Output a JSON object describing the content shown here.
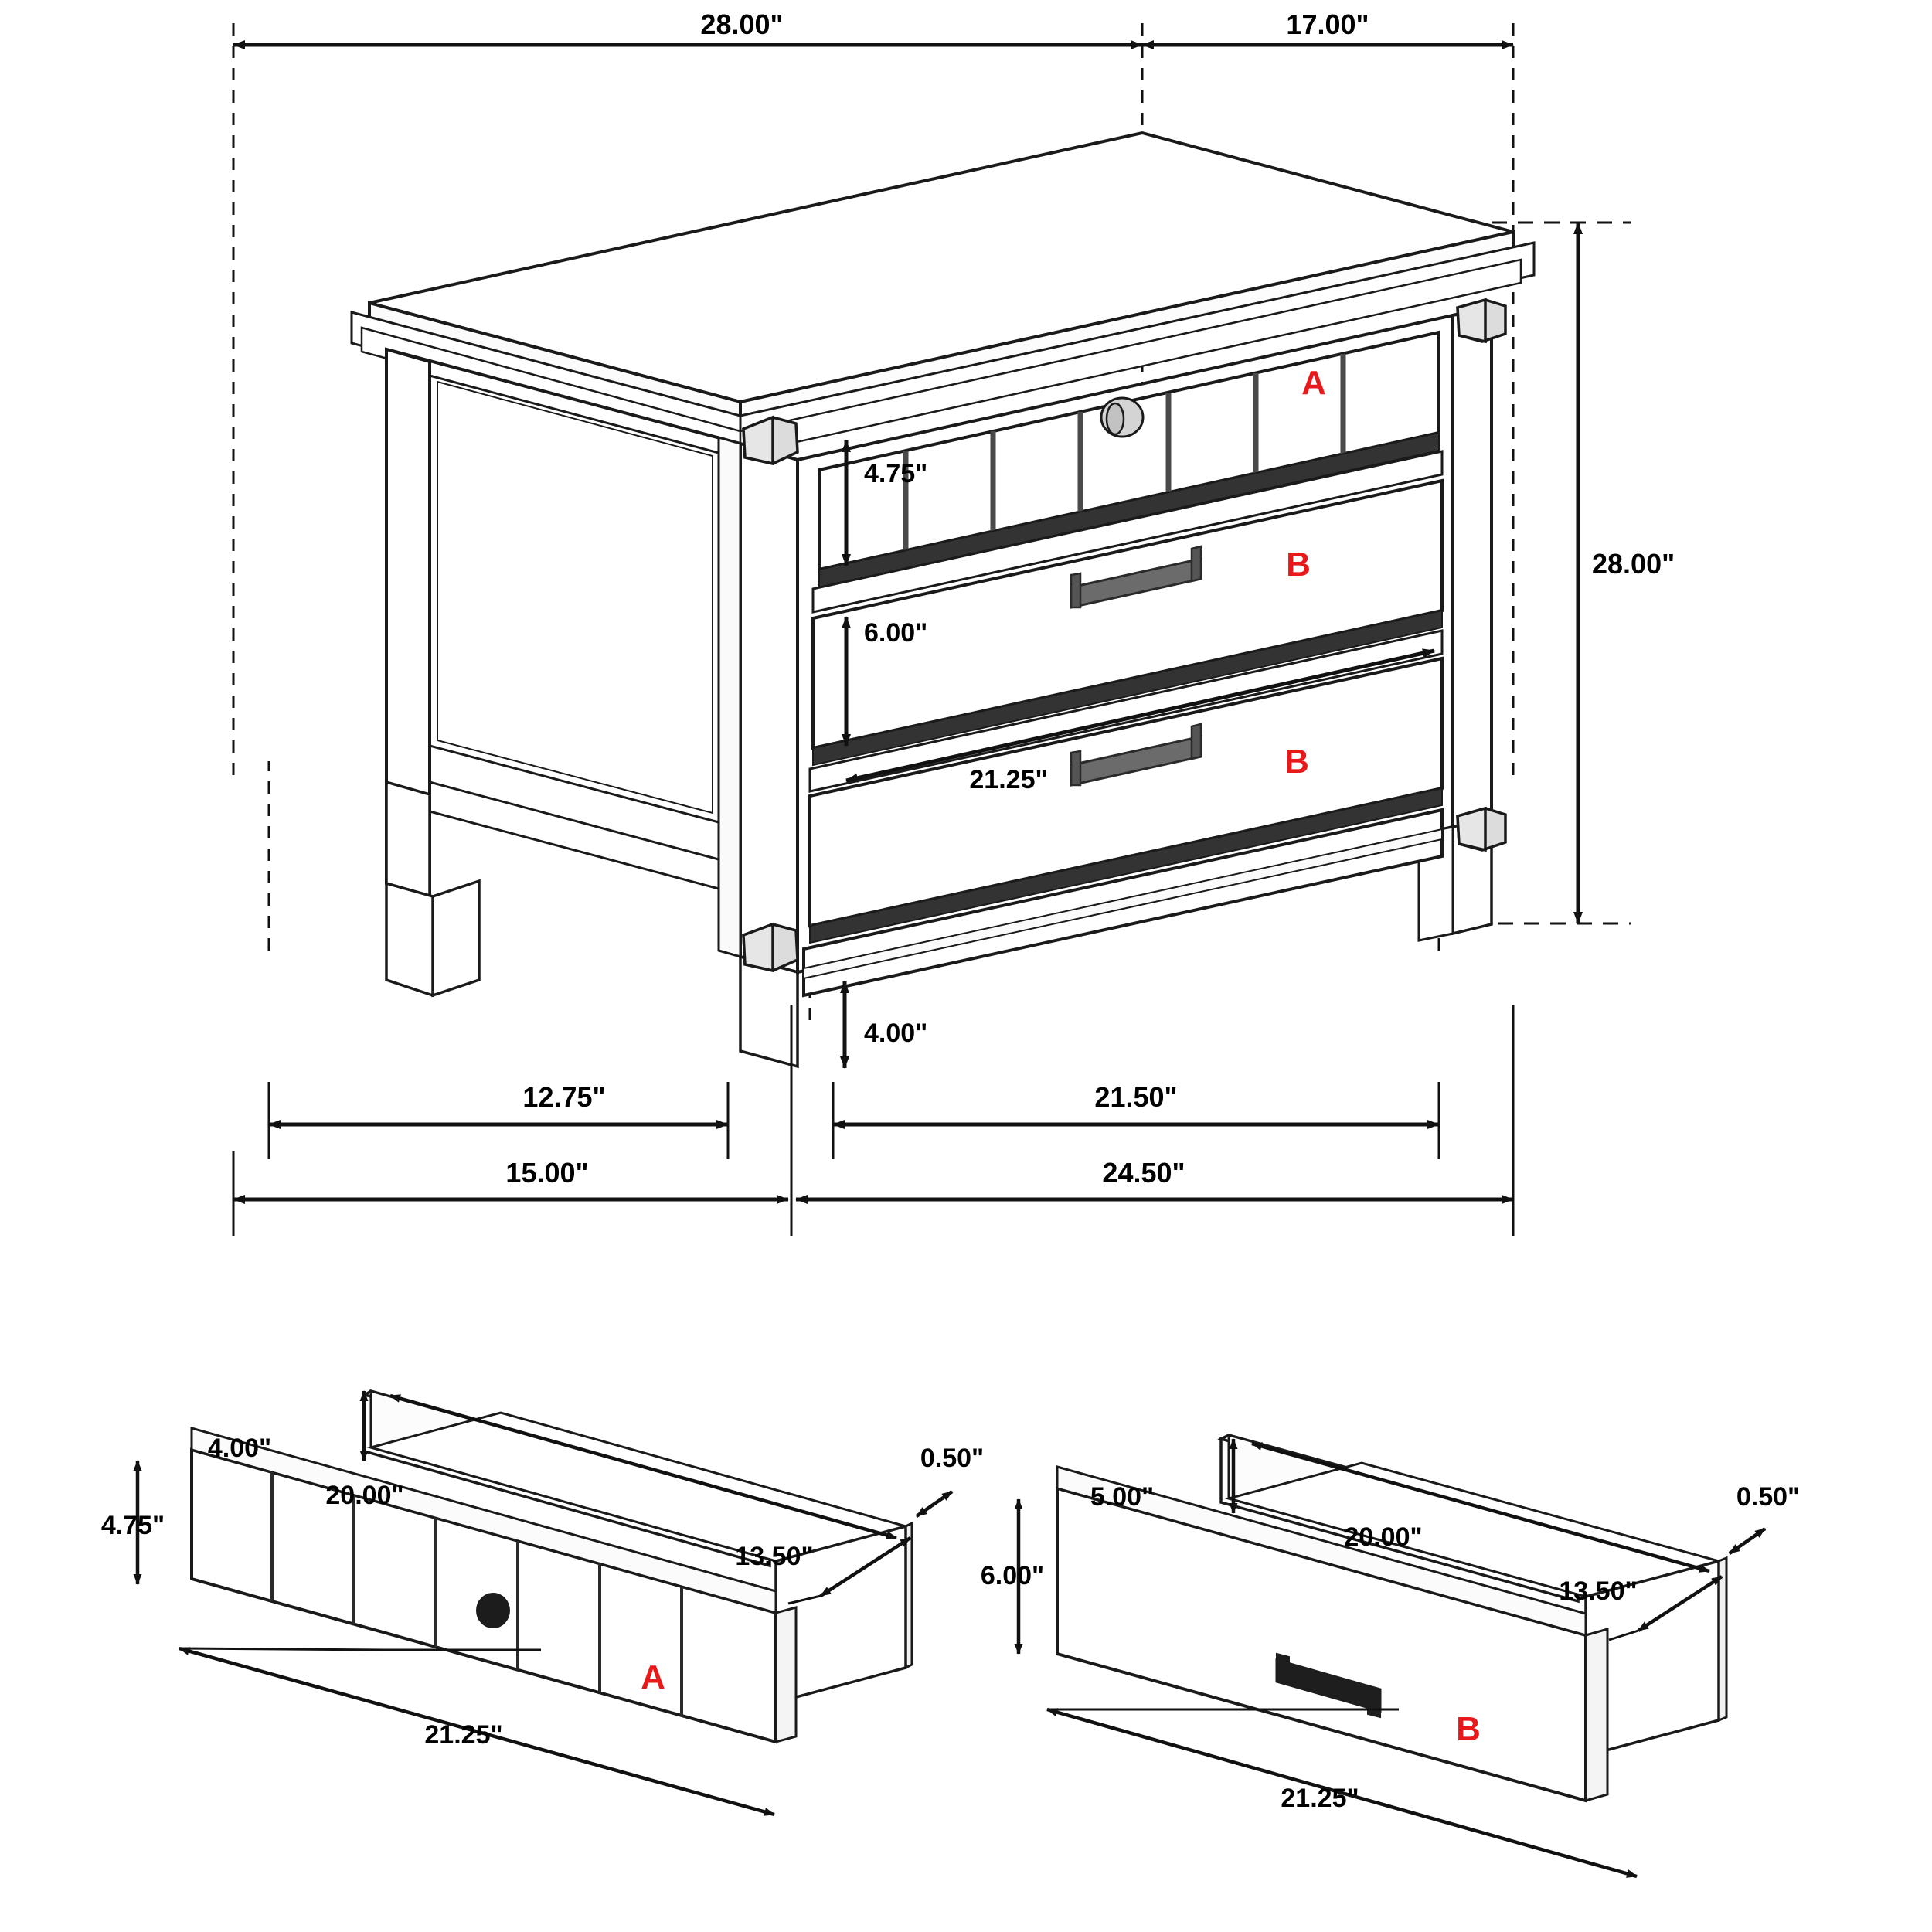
{
  "drawing": {
    "title": "Nightstand dimensioned assembly drawing",
    "unit_suffix": "\"",
    "accent_color": "#e8191b",
    "line_color": "#1a1a1a",
    "hardware_fill": "#d8d8d8",
    "handle_fill": "#6b6b6b"
  },
  "main_view": {
    "name": "nightstand-isometric-view",
    "dimensions": {
      "top_width_left": "28.00\"",
      "top_width_right": "17.00\"",
      "right_height": "28.00\"",
      "drawer_a_height": "4.75\"",
      "drawer_b_height": "6.00\"",
      "drawer_width": "21.25\"",
      "leg_height": "4.00\"",
      "base_depth_left": "12.75\"",
      "base_width_right": "21.50\"",
      "overall_depth": "15.00\"",
      "overall_width": "24.50\""
    },
    "labels": {
      "drawer_a": "A",
      "drawer_b_upper": "B",
      "drawer_b_lower": "B"
    }
  },
  "detail_a": {
    "name": "drawer-a-detail",
    "label": "A",
    "dimensions": {
      "inner_depth": "4.00\"",
      "inner_length": "20.00\"",
      "material_thickness": "0.50\"",
      "inner_width": "13.50\"",
      "face_height": "4.75\"",
      "face_width": "21.25\""
    }
  },
  "detail_b": {
    "name": "drawer-b-detail",
    "label": "B",
    "dimensions": {
      "inner_depth": "5.00\"",
      "inner_length": "20.00\"",
      "material_thickness": "0.50\"",
      "inner_width": "13.50\"",
      "face_height": "6.00\"",
      "face_width": "21.25\""
    }
  }
}
